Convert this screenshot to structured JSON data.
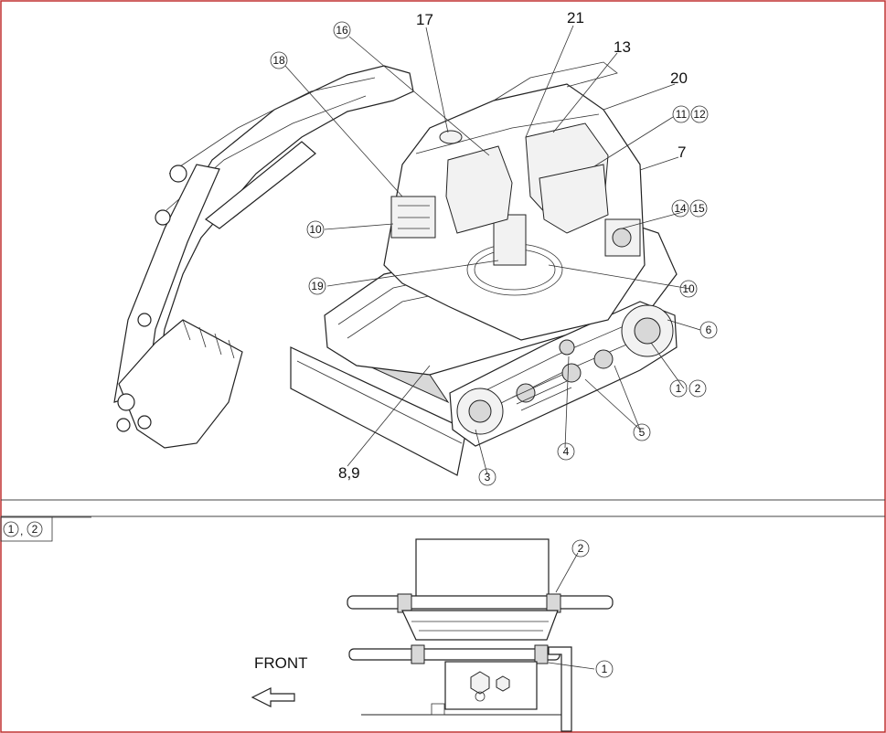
{
  "overview": {
    "callouts": [
      {
        "id": "c17",
        "text": "17"
      },
      {
        "id": "c21",
        "text": "21"
      },
      {
        "id": "c13",
        "text": "13"
      },
      {
        "id": "c20",
        "text": "20"
      },
      {
        "id": "c7",
        "text": "7"
      },
      {
        "id": "c89",
        "text": "8,9"
      },
      {
        "id": "c16",
        "text": "16"
      },
      {
        "id": "c18",
        "text": "18"
      },
      {
        "id": "c11",
        "text": "11"
      },
      {
        "id": "c12",
        "text": "12"
      },
      {
        "id": "c14",
        "text": "14"
      },
      {
        "id": "c15",
        "text": "15"
      },
      {
        "id": "c10a",
        "text": "10"
      },
      {
        "id": "c10b",
        "text": "10"
      },
      {
        "id": "c19",
        "text": "19"
      },
      {
        "id": "c6",
        "text": "6"
      },
      {
        "id": "c1",
        "text": "1"
      },
      {
        "id": "c2",
        "text": "2"
      },
      {
        "id": "c5",
        "text": "5"
      },
      {
        "id": "c4",
        "text": "4"
      },
      {
        "id": "c3",
        "text": "3"
      }
    ]
  },
  "detail": {
    "tab_label_1": "1",
    "tab_sep": ",",
    "tab_label_2": "2",
    "front_label": "FRONT",
    "callout_1": "1",
    "callout_2": "2"
  },
  "colors": {
    "frame": "#c03030",
    "line": "#222222"
  }
}
